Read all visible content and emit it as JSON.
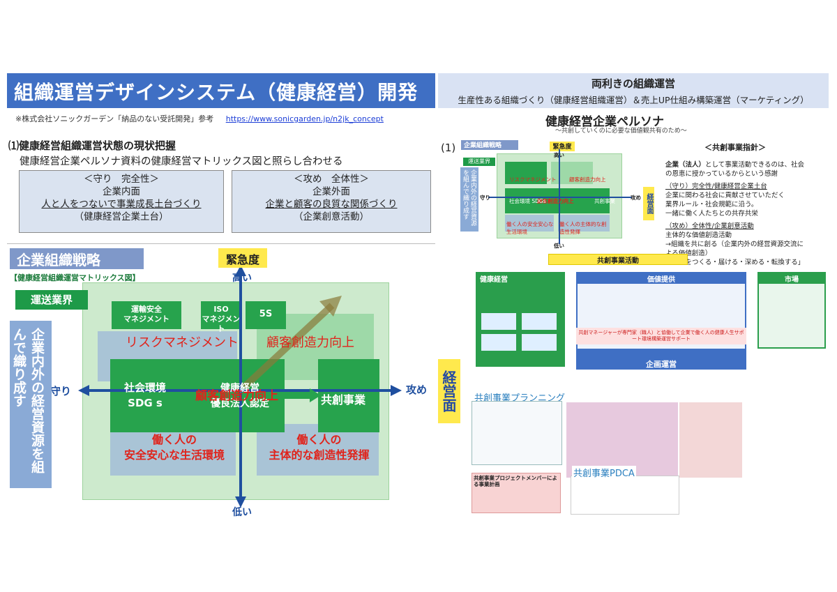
{
  "header": {
    "title": "組織運営デザインシステム（健康経営）開発",
    "right_title": "両利きの組織運営",
    "right_subtitle": "生産性ある組織づくり（健康経営組織運営）＆売上UP仕組み構築運営（マーケティング）"
  },
  "left": {
    "note": "※株式会社ソニックガーデン「納品のない受託開発」参考",
    "link": "https://www.sonicgarden.jp/n2jk_concept",
    "section_num": "⑴",
    "section_title": "健康経営組織運営状態の現状把握",
    "section_sub": "健康経営企業ペルソナ資料の健康経営マトリックス図と照らし合わせる",
    "box_defense": {
      "line1": "＜守り　完全性＞",
      "line2": "企業内面",
      "line3": "人と人をつないで事業成長土台づくり",
      "line4": "（健康経営企業土台）"
    },
    "box_offense": {
      "line1": "＜攻め　全体性＞",
      "line2": "企業外面",
      "line3": "企業と顧客の良質な関係づくり",
      "line4": "（企業創意活動）"
    }
  },
  "matrix": {
    "strategy_label": "企業組織戦略",
    "subtitle": "【健康経営組織運営マトリックス図】",
    "business": "運送業界",
    "vertical_text": "企業内外の経営資源を組んで織り成す",
    "axis_urgency": "緊急度",
    "axis_high": "高い",
    "axis_low": "低い",
    "axis_defense": "守り",
    "axis_offense": "攻め",
    "tile_transport_line1": "運輸安全",
    "tile_transport_line2": "マネジメント",
    "tile_iso_line1": "ISO",
    "tile_iso_line2": "マネジメント",
    "tile_5s": "5S",
    "risk": "リスクマネジメント",
    "customer_creativity_top": "顧客創造力向上",
    "social_line1": "社会環境",
    "social_line2": "SDG s",
    "health_line1": "健康経営",
    "health_line2": "優良法人認定",
    "customer_creativity_center": "顧客創造力向上",
    "co_creation": "共創事業",
    "work_left_line1": "働く人の",
    "work_left_line2": "安全安心な生活環境",
    "work_right_line1": "働く人の",
    "work_right_line2": "主体的な創造性発揮",
    "keiei": "経営面"
  },
  "persona": {
    "title": "健康経営企業ペルソナ",
    "subtitle": "〜共創していくのに必要な価値観共有のため〜",
    "num": "(1)",
    "mini_strategy": "企業組織戦略",
    "mini_business": "運送業界",
    "mini_urgency": "緊急度",
    "mini_high": "高い",
    "mini_low": "低い",
    "mini_defense": "守り",
    "mini_offense": "攻め",
    "mini_keiei": "経営面",
    "mini_vertical": "企業内外の経営資源を組んで織り成す",
    "mini_risk": "リスクマネジメント",
    "mini_customer": "顧客創造力向上",
    "mini_customer2": "顧客創造力向上",
    "mini_kyoso": "共創事業",
    "mini_work1": "働く人の安全安心な生活環境",
    "mini_work2": "働く人の主体的な創造性発揮",
    "mini_social": "社会環境 SDGs"
  },
  "principles": {
    "heading": "＜共創事業指針＞",
    "p1a": "企業（法人）",
    "p1b": "として事業活動できるのは、社会の恩恵に授かっているからという感謝",
    "p2a": "（守り）完全性/健康経営企業土台",
    "p2b": "企業に関わる社会に貢献させていただく",
    "p2c": "業界ルール・社会規範に沿う。",
    "p2d": "一緒に働く人たちとの共存共栄",
    "p3a": "（攻め）全体性/企業創意活動",
    "p3b": "主体的な価値創造活動",
    "p3c": "→組織を共に創る（企業内外の経営資源交流による価値創造）",
    "p3d": "「価値をつくる・届ける・深める・転換する」"
  },
  "activity": {
    "banner": "共創事業活動",
    "kenko": "健康経営",
    "kachi": "価値提供",
    "shijo": "市場",
    "kikaku": "企画運営",
    "pink_text": "共創マネージャーが専門家（職人）と協働して企業で働く人の健康人生サポート環境構築運営サポート",
    "plan_title": "共創事業プランニング",
    "pdca_title": "共創事業PDCA",
    "jigyo_title": "共創事業プロジェクトメンバーによる事業計画"
  },
  "colors": {
    "title_bg": "#3f6fc4",
    "green": "#27a34d",
    "yellow": "#ffe94d",
    "red": "#e0231b"
  }
}
